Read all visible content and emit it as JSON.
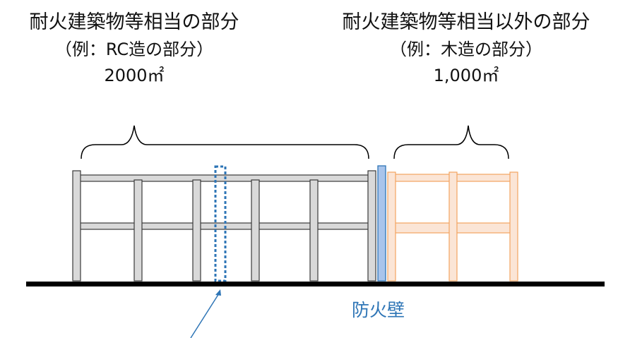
{
  "left_section": {
    "title": "耐火建築物等相当の部分",
    "example": "（例：RC造の部分）",
    "area": "2000㎡"
  },
  "right_section": {
    "title": "耐火建築物等相当以外の部分",
    "example": "（例：木造の部分）",
    "area": "1,000㎡"
  },
  "firewall_label": "防火壁",
  "colors": {
    "rc_frame_fill": "#d9d9d9",
    "rc_frame_stroke": "#3a3a3a",
    "wood_frame_fill": "#fbe5d6",
    "wood_frame_stroke": "#f4a460",
    "firewall_fill": "#a9c4eb",
    "firewall_stroke": "#2e75b6",
    "dashed_wall_stroke": "#2e75b6",
    "ground": "#000000",
    "label_text": "#111111",
    "firewall_text": "#2e75b6"
  }
}
